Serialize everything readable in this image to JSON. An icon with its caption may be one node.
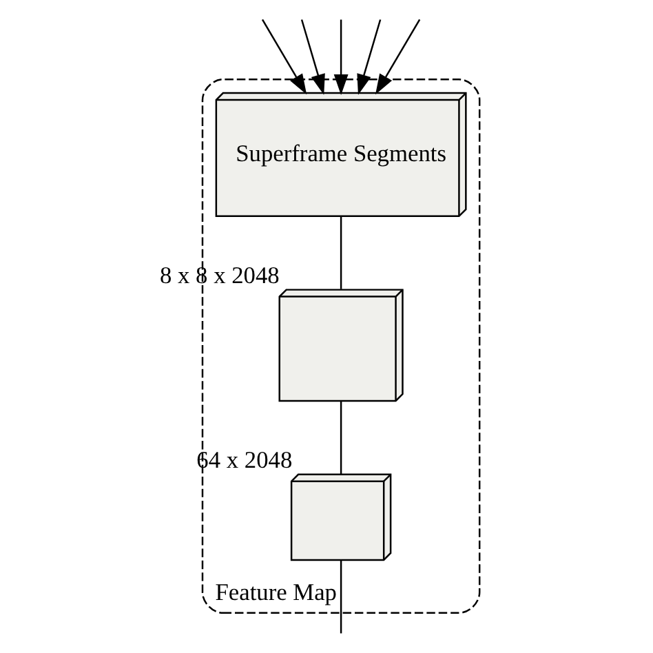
{
  "diagram": {
    "nodes": [
      {
        "text": [
          "Feature Map"
        ]
      },
      {
        "text": [
          "Superframe Segments"
        ],
        "in": 0
      },
      {
        "text": [],
        "shape": "box",
        "in": 0,
        "beside": [
          "8 x 8 x 2048"
        ]
      },
      {
        "text": [],
        "shape": "box",
        "in": 0,
        "beside": [
          "64 x 2048"
        ]
      }
    ],
    "edges": [
      {
        "from": null,
        "to": 1,
        "arrow": "to"
      },
      {
        "from": null,
        "to": 1,
        "arrow": "to"
      },
      {
        "from": null,
        "to": 1,
        "arrow": "to"
      },
      {
        "from": null,
        "to": 1,
        "arrow": "to"
      },
      {
        "from": null,
        "to": 1,
        "arrow": "to"
      },
      {
        "from": 1,
        "to": 2,
        "arrow": "none"
      },
      {
        "from": 2,
        "to": 3,
        "arrow": "none"
      },
      {
        "from": 3,
        "to": null,
        "arrow": "none"
      }
    ]
  }
}
